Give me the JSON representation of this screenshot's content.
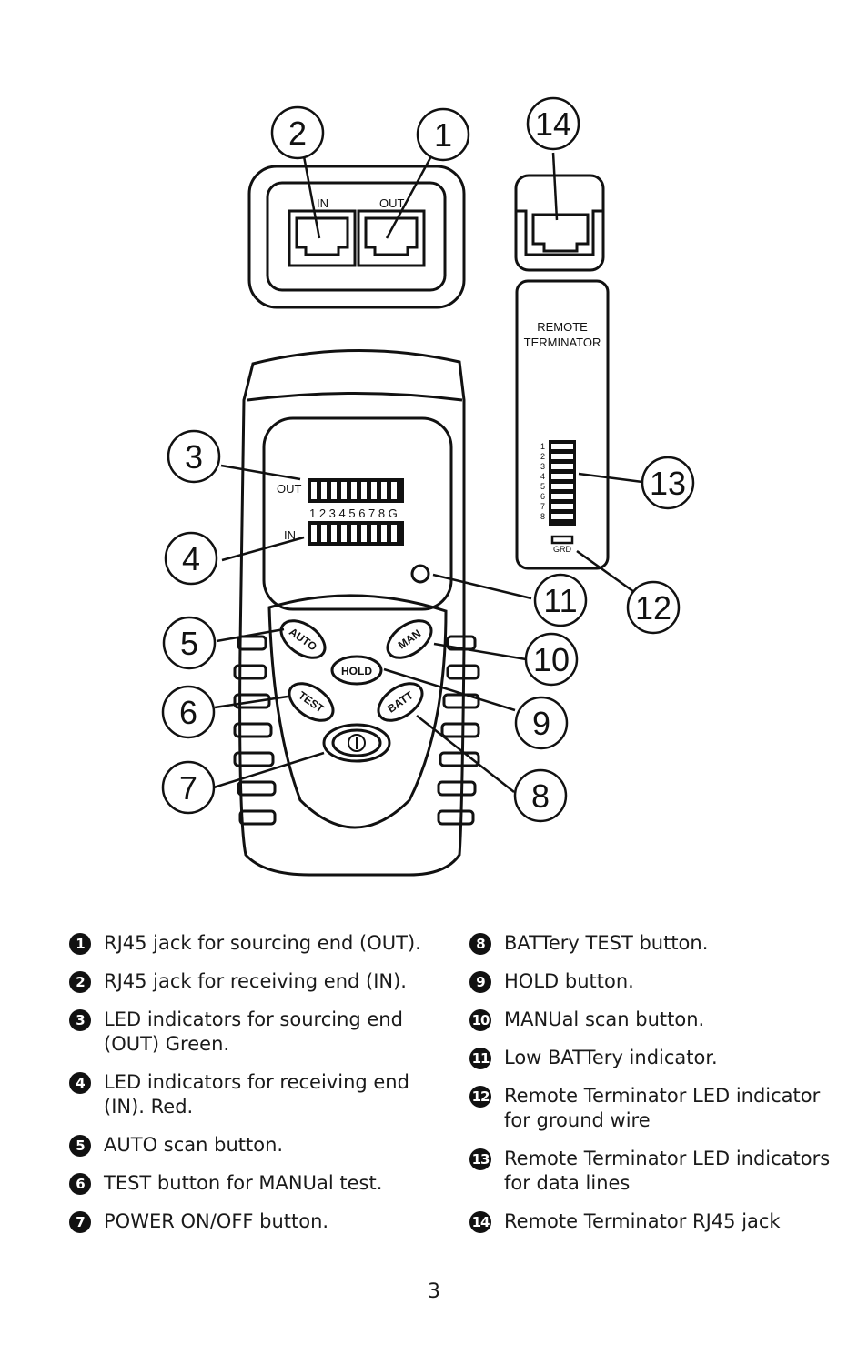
{
  "diagram": {
    "callouts": [
      "1",
      "2",
      "3",
      "4",
      "5",
      "6",
      "7",
      "8",
      "9",
      "10",
      "11",
      "12",
      "13",
      "14"
    ],
    "jack_labels": {
      "in": "IN",
      "out": "OUT"
    },
    "lcd": {
      "out_label": "OUT",
      "in_label": "IN",
      "numbers": "1 2 3 4 5 6 7 8 G"
    },
    "buttons": {
      "auto": "AUTO",
      "man": "MAN",
      "hold": "HOLD",
      "test": "TEST",
      "batt": "BATT"
    },
    "remote": {
      "title_line1": "REMOTE",
      "title_line2": "TERMINATOR",
      "led_numbers": [
        "1",
        "2",
        "3",
        "4",
        "5",
        "6",
        "7",
        "8"
      ],
      "grd_label": "GRD"
    }
  },
  "legend": {
    "left": [
      {
        "num": "1",
        "text": "RJ45 jack for sourcing end (OUT)."
      },
      {
        "num": "2",
        "text": "RJ45 jack for receiving end (IN)."
      },
      {
        "num": "3",
        "text": "LED indicators for sourcing end (OUT) Green."
      },
      {
        "num": "4",
        "text": "LED indicators for receiving end (IN). Red."
      },
      {
        "num": "5",
        "text": "AUTO scan button."
      },
      {
        "num": "6",
        "text": "TEST button for MANUal test."
      },
      {
        "num": "7",
        "text": "POWER ON/OFF button."
      }
    ],
    "right": [
      {
        "num": "8",
        "text": "BATTery TEST button."
      },
      {
        "num": "9",
        "text": "HOLD  button."
      },
      {
        "num": "10",
        "text": "MANUal scan button."
      },
      {
        "num": "11",
        "text": "Low BATTery indicator."
      },
      {
        "num": "12",
        "text": "Remote Terminator LED indicator for ground wire"
      },
      {
        "num": "13",
        "text": "Remote Terminator LED indicators for data lines"
      },
      {
        "num": "14",
        "text": "Remote Terminator RJ45 jack"
      }
    ]
  },
  "page_number": "3"
}
